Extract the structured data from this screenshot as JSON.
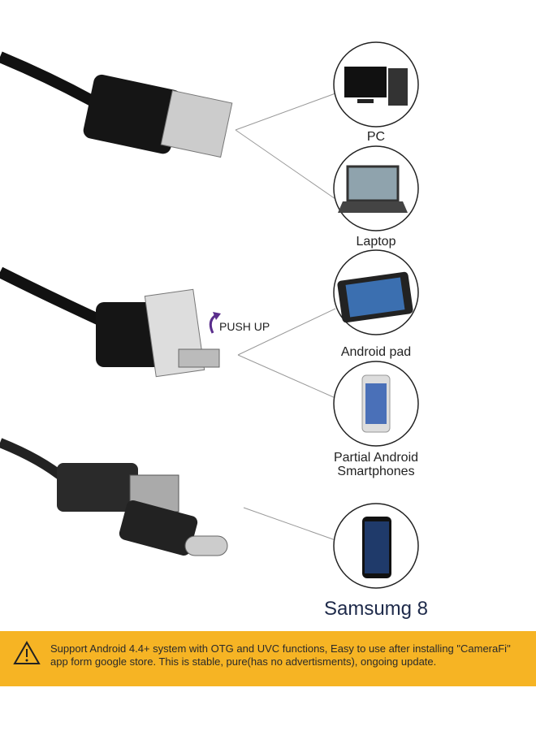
{
  "devices": [
    {
      "label": "PC",
      "icon": "desktop-pc-icon"
    },
    {
      "label": "Laptop",
      "icon": "laptop-icon"
    },
    {
      "label": "Android pad",
      "icon": "tablet-icon"
    },
    {
      "label": "Partial Android\nSmartphones",
      "icon": "smartphone-icon"
    },
    {
      "label": "Samsumg 8",
      "icon": "samsung-phone-icon"
    }
  ],
  "push_up": "PUSH UP",
  "notice": {
    "icon": "warning-icon",
    "text": "Support Android 4.4+ system with OTG and UVC functions, Easy to use after installing \"CameraFi\" app form google store. This is stable, pure(has no advertisments), ongoing update.",
    "background": "#f6b424"
  }
}
